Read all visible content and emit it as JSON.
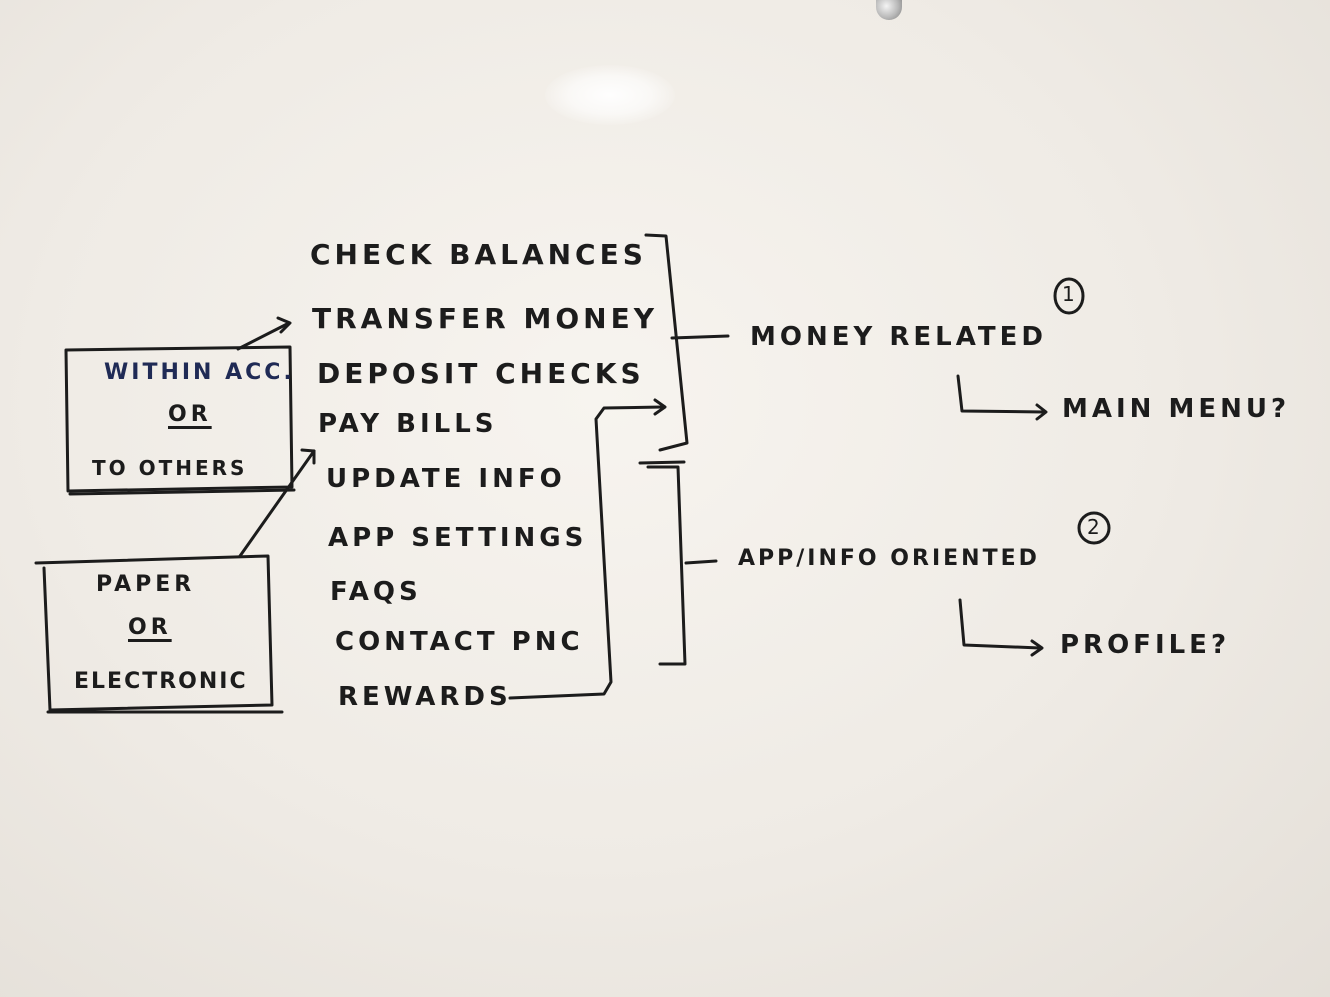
{
  "features": [
    "CHECK BALANCES",
    "TRANSFER MONEY",
    "DEPOSIT CHECKS",
    "PAY BILLS",
    "UPDATE INFO",
    "APP SETTINGS",
    "FAQS",
    "CONTACT PNC",
    "REWARDS"
  ],
  "transfer_note": {
    "line1": "WITHIN ACC.",
    "line2": "OR",
    "line3": "TO OTHERS"
  },
  "deposit_note": {
    "line1": "PAPER",
    "line2": "OR",
    "line3": "ELECTRONIC"
  },
  "groups": {
    "money": {
      "label": "MONEY RELATED",
      "number": "1",
      "destination": "MAIN MENU?"
    },
    "app": {
      "label": "APP/INFO ORIENTED",
      "number": "2",
      "destination": "PROFILE?"
    }
  },
  "colors": {
    "board": "#f3f0eb",
    "ink": "#1c1c1c",
    "blue_ink": "#1f2a55"
  }
}
